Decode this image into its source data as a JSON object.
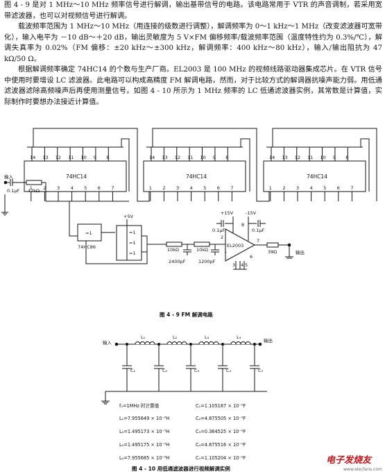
{
  "text": {
    "p1": "图 4 - 9 是对 1 MHz～10 MHz 频率信号进行解调，输出基带信号的电路。该电路常用于 VTR 的声音调制，若采用宽带滤波器，也可以对视频信号进行解调。",
    "p2": "载波频率范围为 1 MHz～10 MHz（用连接的级数进行调整），解调频率为 0～1 kHz～1 MHz（改变滤波器可宽带化），输入电平为 －10 dB～＋20 dB，输出灵敏度为 5 V×FM 偏移频率/载波频率范围（温度特性约为 0.3%/℃），解调失真率为 0.02%（FM 偏移：±20 kHz～±300 kHz，解调频率：400 kHz～80 kHz），输入/输出阻抗为 47 kΩ/50 Ω。",
    "p3": "根据解调频率确定 74HC14 的个数与生产厂商。EL2003 是 100 MHz 的视频线路驱动器集成芯片。在 VTR 信号中使用时要增设 LC 滤波器。此电路可以构成高精度 FM 解调电路，然而，对于比较方式的解调器抗噪声能力弱。用低通滤波器滤除高频噪声后再使用测量信号。如图 4 - 10 所示为 1 MHz 频率的 LC 低通滤波器实例，其常数是计算值，实际制作时要想办法接近计算值。"
  },
  "fig9": {
    "chips": [
      "74HC14",
      "74HC14",
      "74HC14"
    ],
    "top_pins": [
      "13",
      "12",
      "11",
      "10",
      "9",
      "8"
    ],
    "bottom_pins": [
      "1",
      "2",
      "3",
      "4",
      "5",
      "6",
      "7"
    ],
    "pin14": "14",
    "input_label": "输入",
    "c_in": "0.1μF",
    "r_in": "47kΩ",
    "vplus5": "+5V",
    "xor_chip": "74HC86",
    "xor_sym": "=1",
    "r1": "10kΩ",
    "c1": "2400pF",
    "r2": "10kΩ",
    "c2": "1200pF",
    "vp15": "+15V",
    "vm15": "-15V",
    "cap_p": "0.1μF",
    "cap_m": "0.1μF",
    "amp": "EL2003",
    "amp_pins": [
      "1",
      "2",
      "3",
      "4",
      "5",
      "6",
      "7",
      "8"
    ],
    "r_out": "39Ω",
    "output_label": "输出",
    "caption": "图 4 - 9    FM 解调电路"
  },
  "fig10": {
    "input_label": "输入",
    "output_label": "输出",
    "inductors": [
      "L₁",
      "L₂",
      "L₃",
      "L₄"
    ],
    "capacitors": [
      "C₁",
      "C₂",
      "C₃",
      "C₄",
      "C₅"
    ],
    "header": "f₀=1MHz 时计算值",
    "L_values": [
      "L₁=7.955649 × 10⁻⁶H",
      "L₂=1.495173 × 10⁻⁵H",
      "L₃=1.495175 × 10⁻⁵H",
      "L₄=7.955685 × 10⁻⁶H"
    ],
    "C_values": [
      "C₁=1.105187 × 10⁻⁹F",
      "C₂=4.875505 × 10⁻⁹F",
      "C₃=0.364525 × 10⁻⁹F",
      "C₄=4.875516 × 10⁻⁹F",
      "C₅=1.105204 × 10⁻⁹F"
    ],
    "caption": "图 4 - 10    用低通滤波器进行视频解调实例"
  },
  "watermark": {
    "brand": "电子发烧友",
    "site": "www.elecfans.com"
  }
}
